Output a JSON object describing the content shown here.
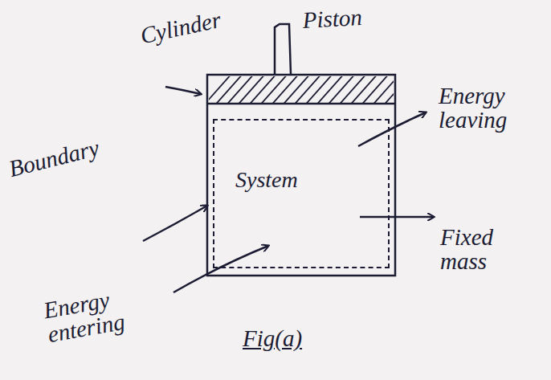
{
  "diagram": {
    "caption": "Fig(a)",
    "nodes": [
      {
        "text": [
          "System"
        ]
      }
    ],
    "labels": [
      "Piston",
      "Cylinder",
      "Boundary",
      "Energy leaving",
      "Fixed mass",
      "Energy entering"
    ]
  }
}
